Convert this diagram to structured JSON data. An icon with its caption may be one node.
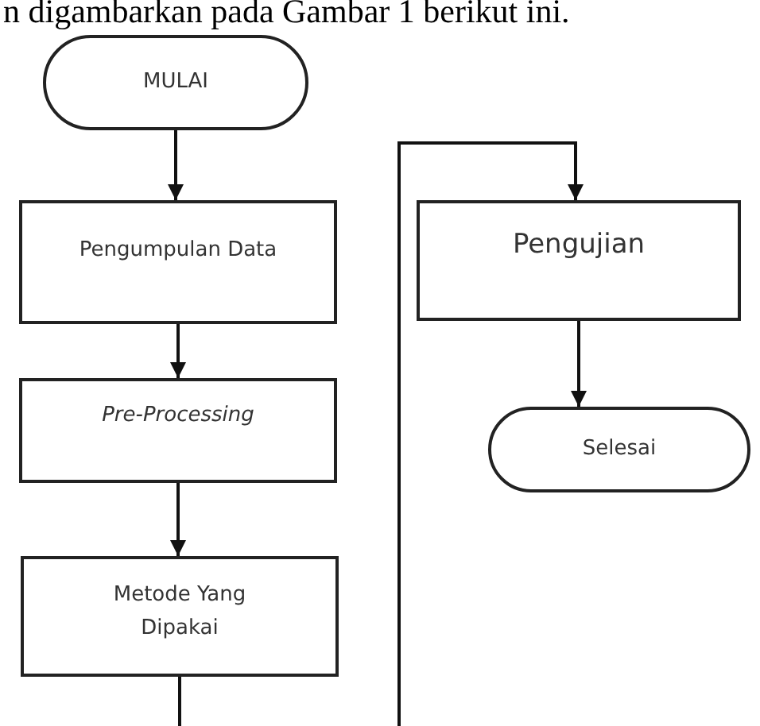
{
  "diagram": {
    "nodes": [
      {
        "text": [
          "MULAI"
        ]
      },
      {
        "text": [
          "Pengumpulan Data"
        ]
      },
      {
        "text": [
          "Pre-Processing"
        ]
      },
      {
        "text": [
          "Metode Yang Dipakai"
        ]
      },
      {
        "text": [
          "Pengujian"
        ]
      },
      {
        "text": [
          "Selesai"
        ]
      }
    ],
    "edges": [
      {
        "from": 0,
        "to": 1,
        "arrow": "to"
      },
      {
        "from": 1,
        "to": 2,
        "arrow": "to"
      },
      {
        "from": 2,
        "to": 3,
        "arrow": "to"
      },
      {
        "from": 3,
        "to": null,
        "arrow": "none"
      },
      {
        "from": null,
        "to": 4,
        "arrow": "to"
      },
      {
        "from": 4,
        "to": 5,
        "arrow": "to"
      }
    ],
    "labels": [
      "n digambarkan pada Gambar 1 berikut ini."
    ]
  }
}
